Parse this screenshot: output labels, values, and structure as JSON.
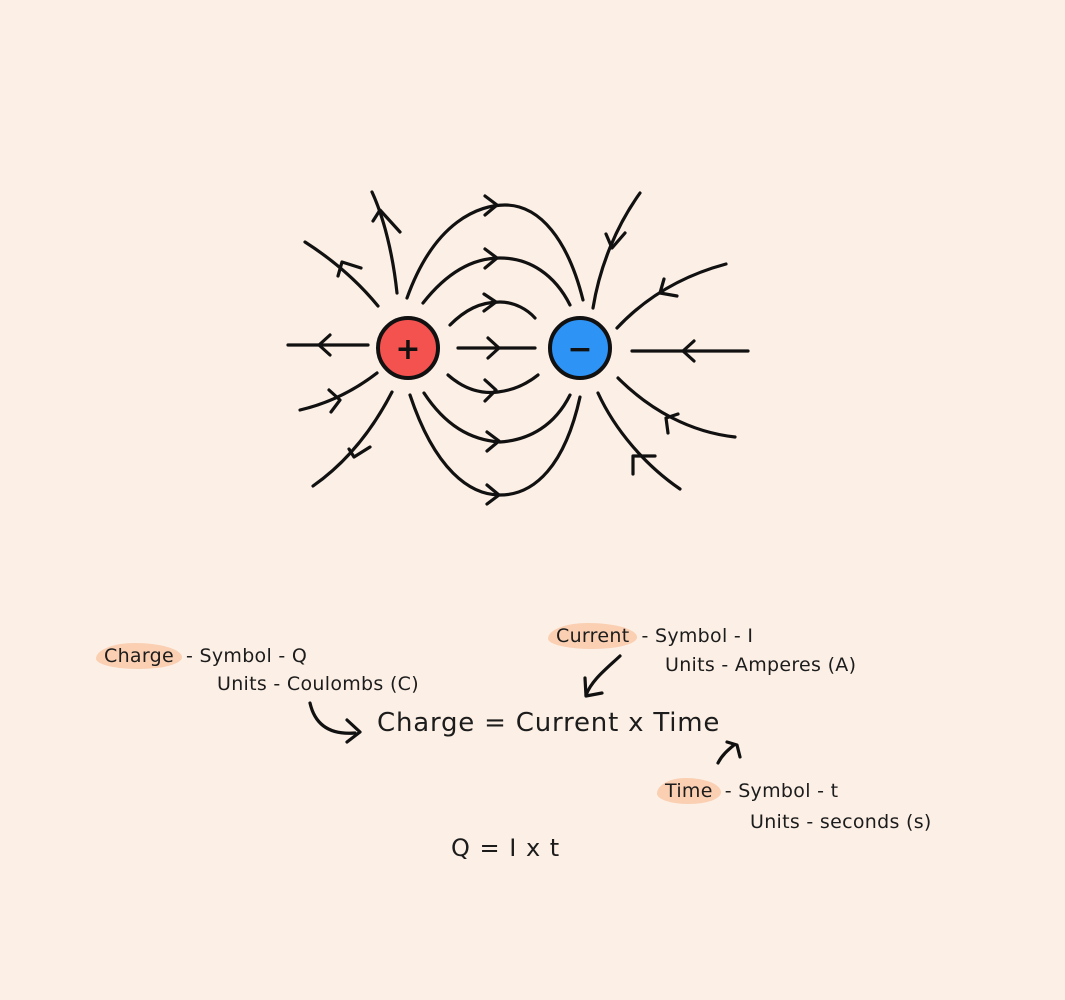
{
  "diagram": {
    "positive_charge": {
      "symbol": "+",
      "color": "#f4524f"
    },
    "negative_charge": {
      "symbol": "−",
      "color": "#2d93f5"
    },
    "stroke_color": "#111111",
    "background": "#fcefe5"
  },
  "notes": {
    "charge": {
      "term": "Charge",
      "symbol_text": "- Symbol - Q",
      "units_text": "Units - Coulombs (C)"
    },
    "current": {
      "term": "Current",
      "symbol_text": "- Symbol - I",
      "units_text": "Units - Amperes (A)"
    },
    "time": {
      "term": "Time",
      "symbol_text": "- Symbol - t",
      "units_text": "Units - seconds (s)"
    }
  },
  "equation": {
    "word_form": "Charge = Current x Time",
    "symbol_form": "Q = I x t"
  }
}
